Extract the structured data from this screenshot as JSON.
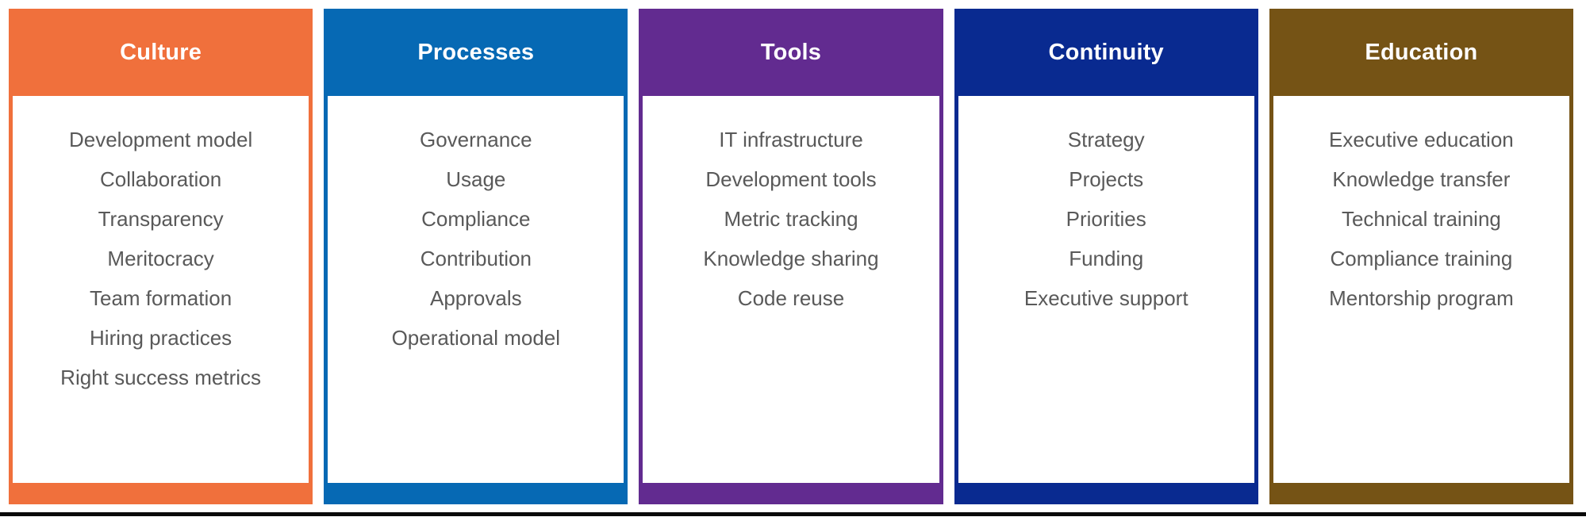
{
  "page": {
    "background": "#ffffff",
    "bottom_rule_color": "#0a0a0a",
    "body_text_color": "#595959",
    "title_text_color": "#ffffff"
  },
  "columns": [
    {
      "title": "Culture",
      "color": "#F0703C",
      "items": [
        "Development model",
        "Collaboration",
        "Transparency",
        "Meritocracy",
        "Team formation",
        "Hiring practices",
        "Right success metrics"
      ]
    },
    {
      "title": "Processes",
      "color": "#0669B4",
      "items": [
        "Governance",
        "Usage",
        "Compliance",
        "Contribution",
        "Approvals",
        "Operational model"
      ]
    },
    {
      "title": "Tools",
      "color": "#622B90",
      "items": [
        "IT infrastructure",
        "Development tools",
        "Metric tracking",
        "Knowledge sharing",
        "Code reuse"
      ]
    },
    {
      "title": "Continuity",
      "color": "#092A90",
      "items": [
        "Strategy",
        "Projects",
        "Priorities",
        "Funding",
        "Executive support"
      ]
    },
    {
      "title": "Education",
      "color": "#755315",
      "items": [
        "Executive education",
        "Knowledge transfer",
        "Technical training",
        "Compliance training",
        "Mentorship program"
      ]
    }
  ]
}
